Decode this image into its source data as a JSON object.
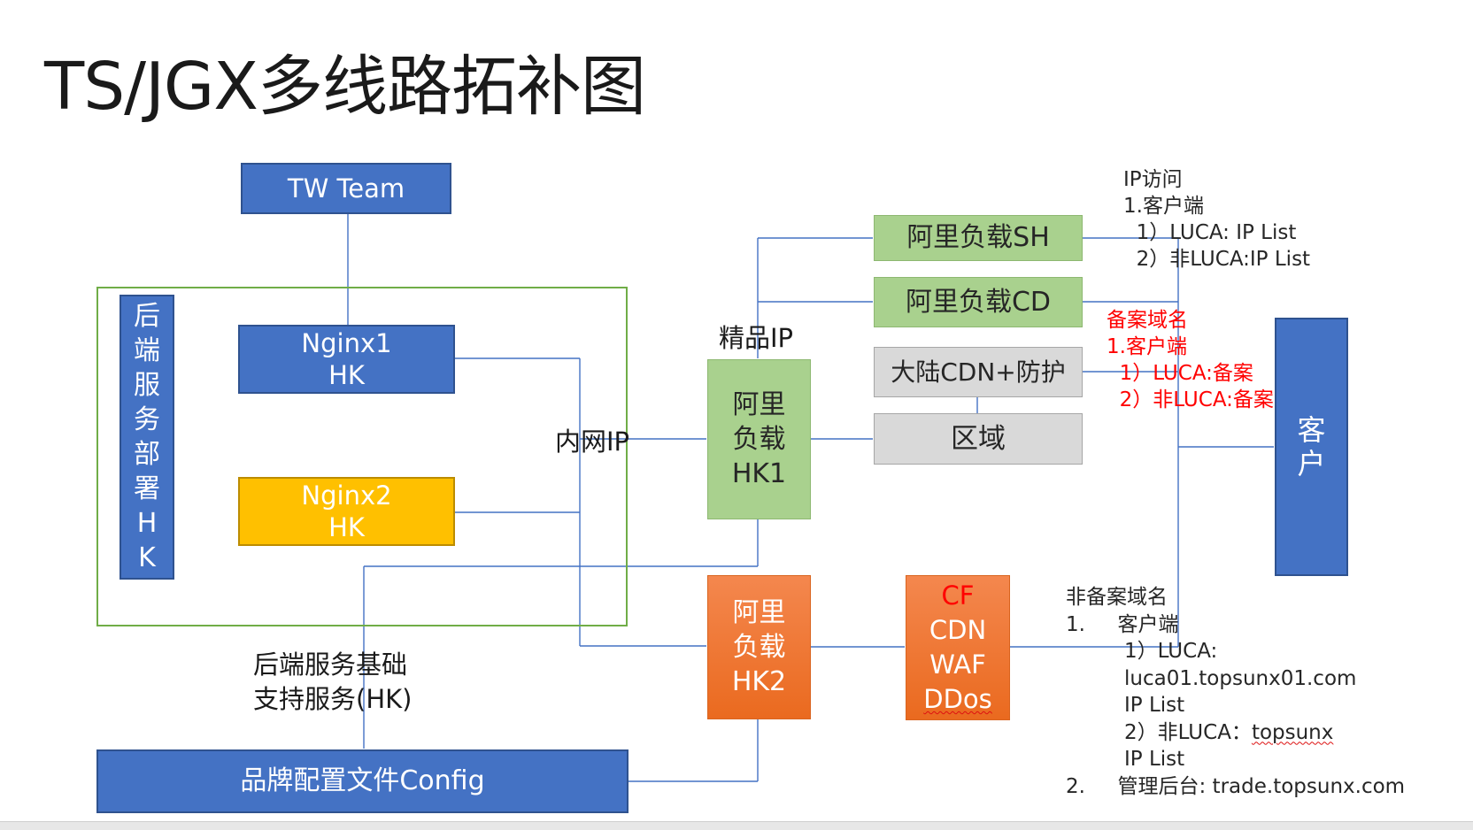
{
  "title": "TS/JGX多线路拓补图",
  "nodes": {
    "tw_team": "TW Team",
    "nginx1_line1": "Nginx1",
    "nginx1_line2": "HK",
    "nginx2_line1": "Nginx2",
    "nginx2_line2": "HK",
    "backend_vertical": [
      "后",
      "端",
      "服",
      "务",
      "部",
      "署",
      "H",
      "K"
    ],
    "ali_hk1": [
      "阿里",
      "负载",
      "HK1"
    ],
    "ali_hk2": [
      "阿里",
      "负载",
      "HK2"
    ],
    "ali_sh": "阿里负载SH",
    "ali_cd": "阿里负载CD",
    "cdn_protect": "大陆CDN+防护",
    "region": "区域",
    "cf_label": "CF",
    "cf_rest": [
      "CDN",
      "WAF",
      "DDos"
    ],
    "customer": [
      "客",
      "户"
    ],
    "brand_config": "品牌配置文件Config"
  },
  "labels": {
    "premium_ip": "精品IP",
    "intranet_ip": "内网IP",
    "backend_support": [
      "后端服务基础",
      "支持服务(HK)"
    ]
  },
  "notes": {
    "ip_access": [
      "IP访问",
      "1.客户端",
      "  1）LUCA: IP List",
      "  2）非LUCA:IP List"
    ],
    "icp_domain": [
      "备案域名",
      "1.客户端",
      "  1）LUCA:备案",
      "  2）非LUCA:备案"
    ],
    "non_icp_domain": [
      "非备案域名",
      "1.     客户端",
      "1）LUCA:",
      "luca01.topsunx01.com",
      "IP List",
      "2）非LUCA：",
      "topsunx",
      "IP List",
      "2.     管理后台: trade.topsunx.com"
    ]
  },
  "colors": {
    "blue": "#4472c4",
    "yellow": "#ffc000",
    "green": "#a9d18e",
    "grey": "#d9d9d9",
    "orange": "#ed7d31",
    "group_border": "#70ad47",
    "connector": "#4472c4",
    "red_text": "#ff0000"
  }
}
